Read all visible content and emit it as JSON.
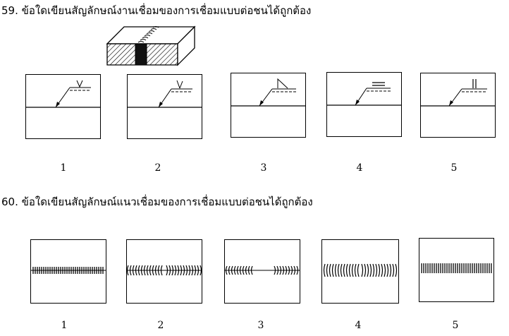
{
  "questions": [
    {
      "text": "59. ข้อใดเขียนสัญลักษณ์งานเชื่อมของการเชื่อมแบบต่อชนได้ถูกต้อง",
      "options": [
        "1",
        "2",
        "3",
        "4",
        "5"
      ],
      "symbols": [
        "v-groove",
        "bevel-groove",
        "fillet",
        "square-groove-flat",
        "square-groove"
      ]
    },
    {
      "text": "60. ข้อใดเขียนสัญลักษณ์แนวเชื่อมของการเชื่อมแบบต่อชนได้ถูกต้อง",
      "options": [
        "1",
        "2",
        "3",
        "4",
        "5"
      ],
      "patterns": [
        "straight-ticks",
        "arc-ticks-continuous",
        "arc-ticks-split",
        "arcs-only",
        "straight-ticks-short"
      ]
    }
  ]
}
